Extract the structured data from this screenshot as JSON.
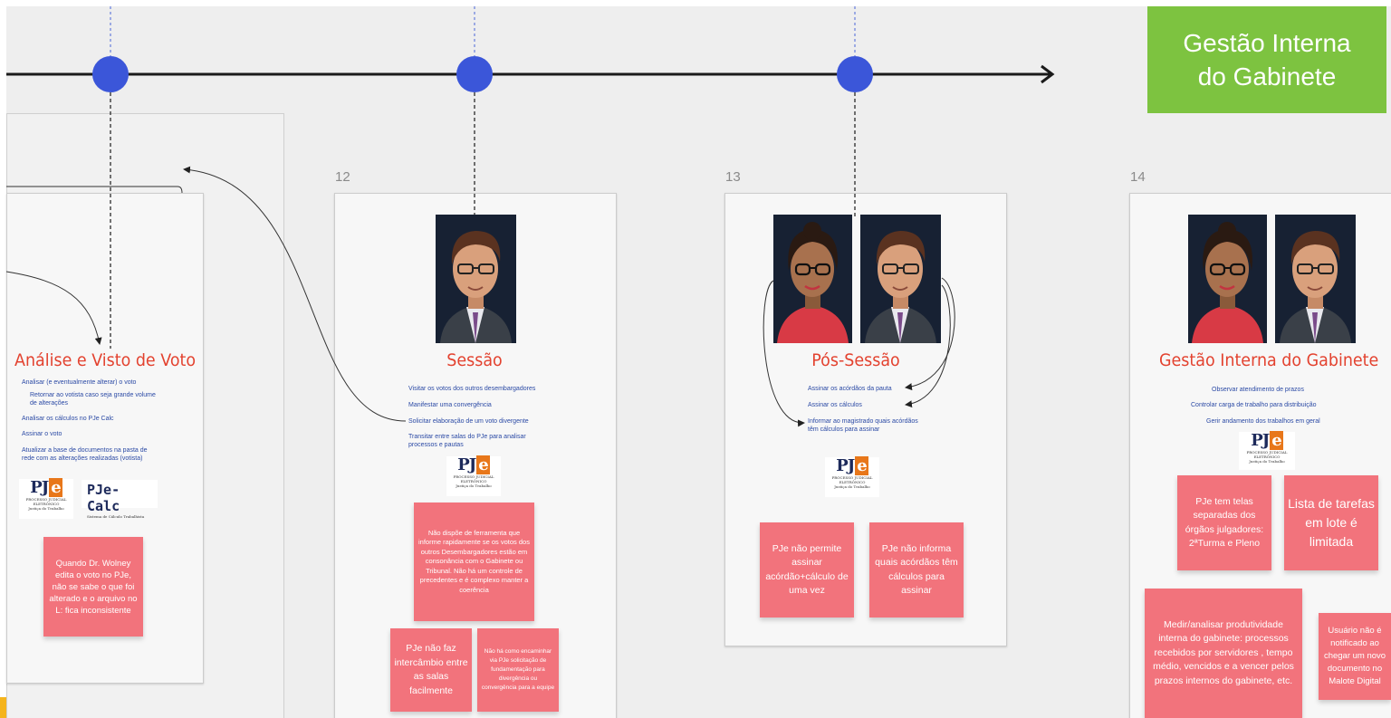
{
  "board": {
    "banner": "Gestão Interna do Gabinete",
    "colors": {
      "milestone": "#3b56d9",
      "sticky": "#f2737c",
      "banner": "#7dc340",
      "stage_title": "#e3422f",
      "task_text": "#2b4aa5"
    }
  },
  "stages": [
    {
      "number": "",
      "title": "Análise e Visto de Voto",
      "tasks": [
        "Analisar (e eventualmente alterar) o voto",
        "Retornar ao votista caso seja grande volume de alterações",
        "Analisar os cálculos no PJe Calc",
        "Assinar o voto",
        "Atualizar a base de documentos na pasta de rede com as alterações realizadas (votista)"
      ],
      "logos": [
        "PJe",
        "PJe-Calc"
      ],
      "avatars": [],
      "stickies": [
        "Quando Dr. Wolney edita o voto no PJe, não se sabe o que foi alterado e o arquivo no L: fica inconsistente"
      ]
    },
    {
      "number": "12",
      "title": "Sessão",
      "tasks": [
        "Visitar os votos dos outros desembargadores",
        "Manifestar uma convergência",
        "Solicitar elaboração de um voto divergente",
        "Transitar entre salas do PJe para analisar processos e pautas"
      ],
      "logos": [
        "PJe"
      ],
      "avatars": [
        "desembargador-avatar"
      ],
      "stickies": [
        "Não dispõe de ferramenta que informe rapidamente se os votos dos outros Desembargadores estão em consonância com o Gabinete ou Tribunal. Não há um controle de precedentes e é complexo manter a coerência",
        "PJe não faz intercâmbio entre as salas facilmente",
        "Não há como encaminhar via PJe solicitação de fundamentação para divergência ou convergência para a equipe"
      ]
    },
    {
      "number": "13",
      "title": "Pós-Sessão",
      "tasks": [
        "Assinar os acórdãos da pauta",
        "Assinar os cálculos",
        "Informar ao magistrado quais acórdãos têm cálculos para assinar"
      ],
      "logos": [
        "PJe"
      ],
      "avatars": [
        "servidora-avatar",
        "desembargador-avatar"
      ],
      "stickies": [
        "PJe não permite assinar acórdão+cálculo de uma vez",
        "PJe não informa quais acórdãos têm cálculos para assinar"
      ]
    },
    {
      "number": "14",
      "title": "Gestão Interna do Gabinete",
      "tasks": [
        "Observar atendimento de prazos",
        "Controlar carga de trabalho para distribuição",
        "Gerir andamento dos trabalhos em geral"
      ],
      "logos": [
        "PJe"
      ],
      "avatars": [
        "servidora-avatar",
        "desembargador-avatar"
      ],
      "stickies": [
        "PJe tem telas separadas dos órgãos julgadores: 2ªTurma e Pleno",
        "Lista de tarefas em lote é limitada",
        "Medir/analisar produtividade interna do gabinete: processos recebidos por servidores , tempo médio, vencidos e a vencer pelos prazos internos do gabinete, etc.",
        "Usuário não é notificado ao chegar um novo documento no Malote Digital"
      ]
    }
  ],
  "logo_text": {
    "pje_main": "PJ",
    "pje_e": "e",
    "pje_sub": "PROCESSO JUDICIAL ELETRÔNICO",
    "pje_sub2": "Justiça do Trabalho",
    "calc_main": "PJe-Calc",
    "calc_sub": "Sistema de Cálculo Trabalhista"
  }
}
